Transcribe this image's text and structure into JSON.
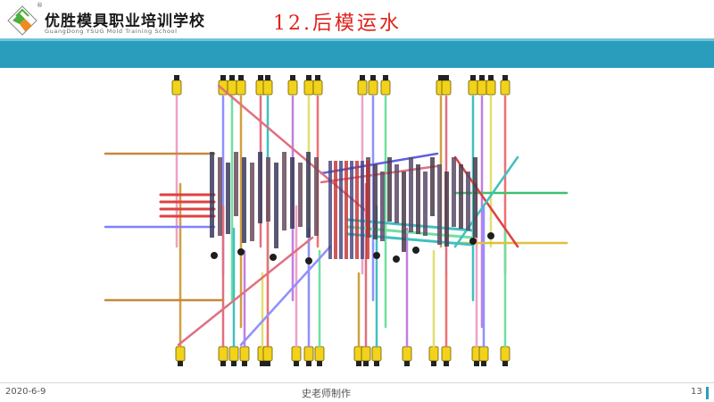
{
  "header": {
    "logo_name": "优胜模具职业培训学校",
    "logo_subtitle": "GuangDong YSUG Mold Training School",
    "logo_reg_mark": "®",
    "brand_green": "#4caf3c",
    "brand_orange": "#f08a1c"
  },
  "slide": {
    "title": "12.后模运水",
    "title_color": "#e0201b",
    "band_color": "#2a9dbd"
  },
  "figure": {
    "subject": "mold-cooling-water-channel-3d-view",
    "pipe_colors": [
      "#f0a0c8",
      "#9090ff",
      "#70e0a0",
      "#d0a040",
      "#e07080",
      "#40c0c0",
      "#c080e0",
      "#e0e070",
      "#f07070"
    ]
  },
  "footer": {
    "date": "2020-6-9",
    "author": "史老师制作",
    "page": "13"
  }
}
